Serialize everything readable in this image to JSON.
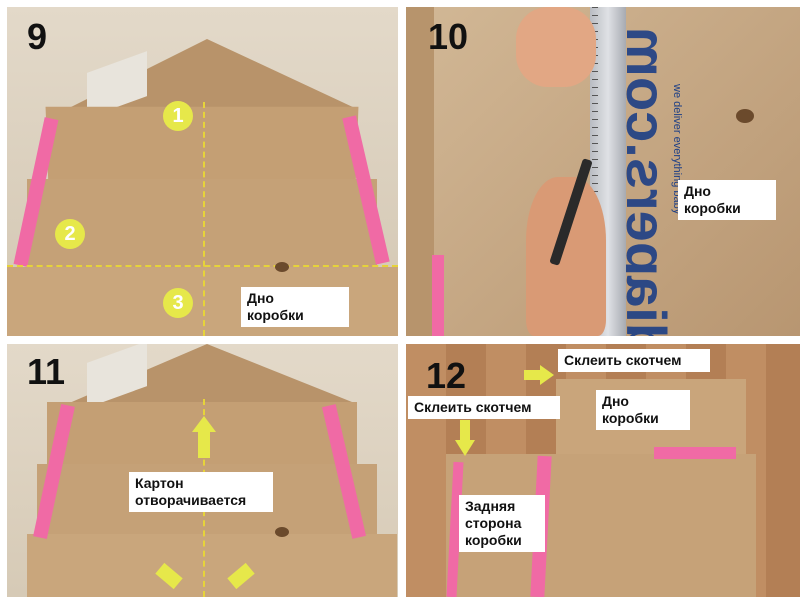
{
  "panels": [
    {
      "number": "9",
      "caption": "Дно\nкоробки",
      "steps": [
        "1",
        "2",
        "3"
      ]
    },
    {
      "number": "10",
      "caption": "Дно\nкоробки",
      "box_print": "diapers.com",
      "box_print_small": "we deliver everything baby"
    },
    {
      "number": "11",
      "caption": "Картон\nотворачивается"
    },
    {
      "number": "12",
      "label_tape_top": "Склеить скотчем",
      "label_tape_left": "Склеить скотчем",
      "caption_bottom": "Дно\nкоробки",
      "caption_back": "Задняя\nсторона\nкоробки"
    }
  ],
  "colors": {
    "tape": "#f06aa5",
    "guide": "#e6d33a",
    "cardboard": "#c8a57e"
  }
}
